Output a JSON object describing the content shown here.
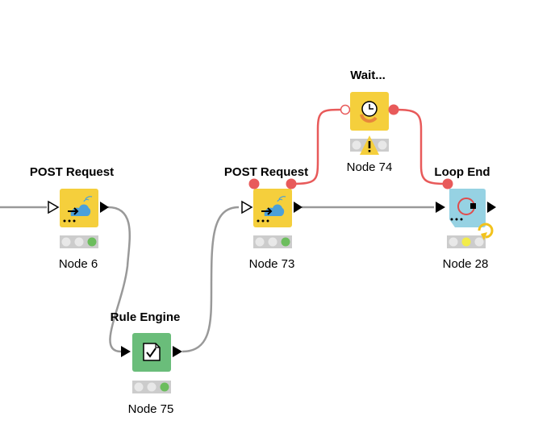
{
  "workflow": {
    "nodes": [
      {
        "id": "node6",
        "title": "POST Request",
        "label": "Node 6",
        "type": "source",
        "color": "#f5cf3c",
        "icon": "rest-cloud-icon",
        "status": [
          "off",
          "off",
          "green"
        ]
      },
      {
        "id": "node75",
        "title": "Rule Engine",
        "label": "Node 75",
        "type": "manipulator",
        "color": "#6abd7a",
        "icon": "rule-document-icon",
        "status": [
          "off",
          "off",
          "green"
        ]
      },
      {
        "id": "node73",
        "title": "POST Request",
        "label": "Node 73",
        "type": "source",
        "color": "#f5cf3c",
        "icon": "rest-cloud-icon",
        "status": [
          "off",
          "off",
          "green"
        ]
      },
      {
        "id": "node74",
        "title": "Wait...",
        "label": "Node 74",
        "type": "flow",
        "color": "#f5cf3c",
        "icon": "clock-icon",
        "status": [
          "off",
          "warning",
          "off"
        ]
      },
      {
        "id": "node28",
        "title": "Loop End",
        "label": "Node 28",
        "type": "loop-end",
        "color": "#96d2e3",
        "icon": "loop-end-icon",
        "status": [
          "off",
          "yellow",
          "off"
        ]
      }
    ],
    "connections": [
      {
        "from": "input-edge",
        "to": "node6",
        "kind": "data"
      },
      {
        "from": "node6",
        "to": "node75",
        "kind": "data"
      },
      {
        "from": "node75",
        "to": "node73",
        "kind": "data"
      },
      {
        "from": "node73",
        "to": "node28",
        "kind": "data"
      },
      {
        "from": "node73",
        "to": "node74",
        "kind": "flow-variable"
      },
      {
        "from": "node74",
        "to": "node28",
        "kind": "flow-variable"
      }
    ],
    "colors": {
      "data_connection": "#999999",
      "flow_connection": "#e85a5a",
      "status_off": "#e6e6e6",
      "status_green": "#6cbd5d",
      "status_yellow": "#f2ec4a",
      "status_bar_bg": "#cccccc",
      "warning": "#f5cf3c"
    }
  }
}
